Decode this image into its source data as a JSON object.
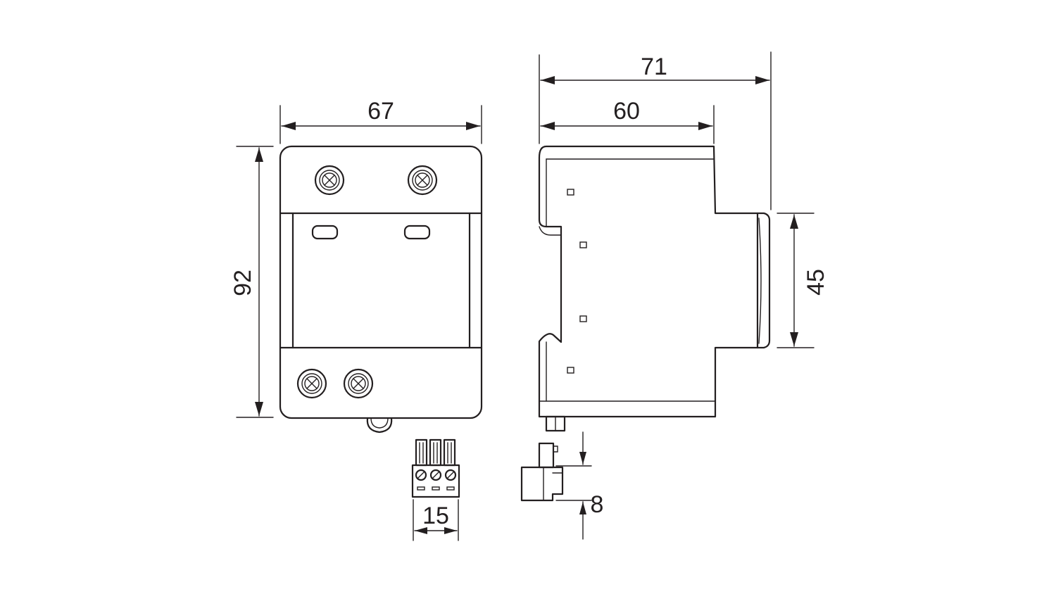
{
  "dimensions": {
    "front_width": "67",
    "front_height": "92",
    "side_total_depth": "71",
    "side_body_depth": "60",
    "side_front_height": "45",
    "connector_width": "15",
    "connector_offset": "8"
  },
  "colors": {
    "line": "#231f20",
    "background": "#ffffff"
  }
}
